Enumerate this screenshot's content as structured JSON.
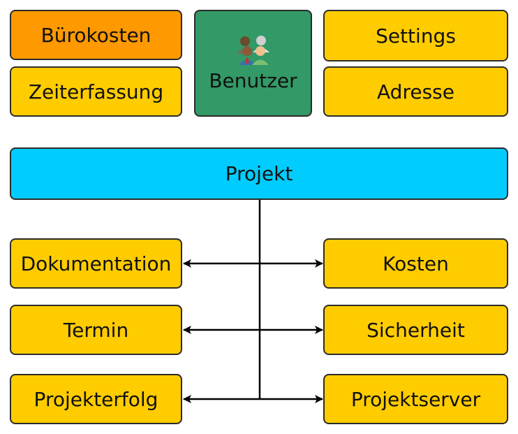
{
  "colors": {
    "module": "#ffcc00",
    "highlight": "#ff9900",
    "users": "#339966",
    "project": "#00ccff",
    "line": "#000000"
  },
  "top": {
    "buerokosten": "Bürokosten",
    "zeiterfassung": "Zeiterfassung",
    "benutzer": "Benutzer",
    "benutzer_icon": "users-icon",
    "settings": "Settings",
    "adresse": "Adresse"
  },
  "projekt": "Projekt",
  "left_modules": [
    "Dokumentation",
    "Termin",
    "Projekterfolg"
  ],
  "right_modules": [
    "Kosten",
    "Sicherheit",
    "Projektserver"
  ]
}
